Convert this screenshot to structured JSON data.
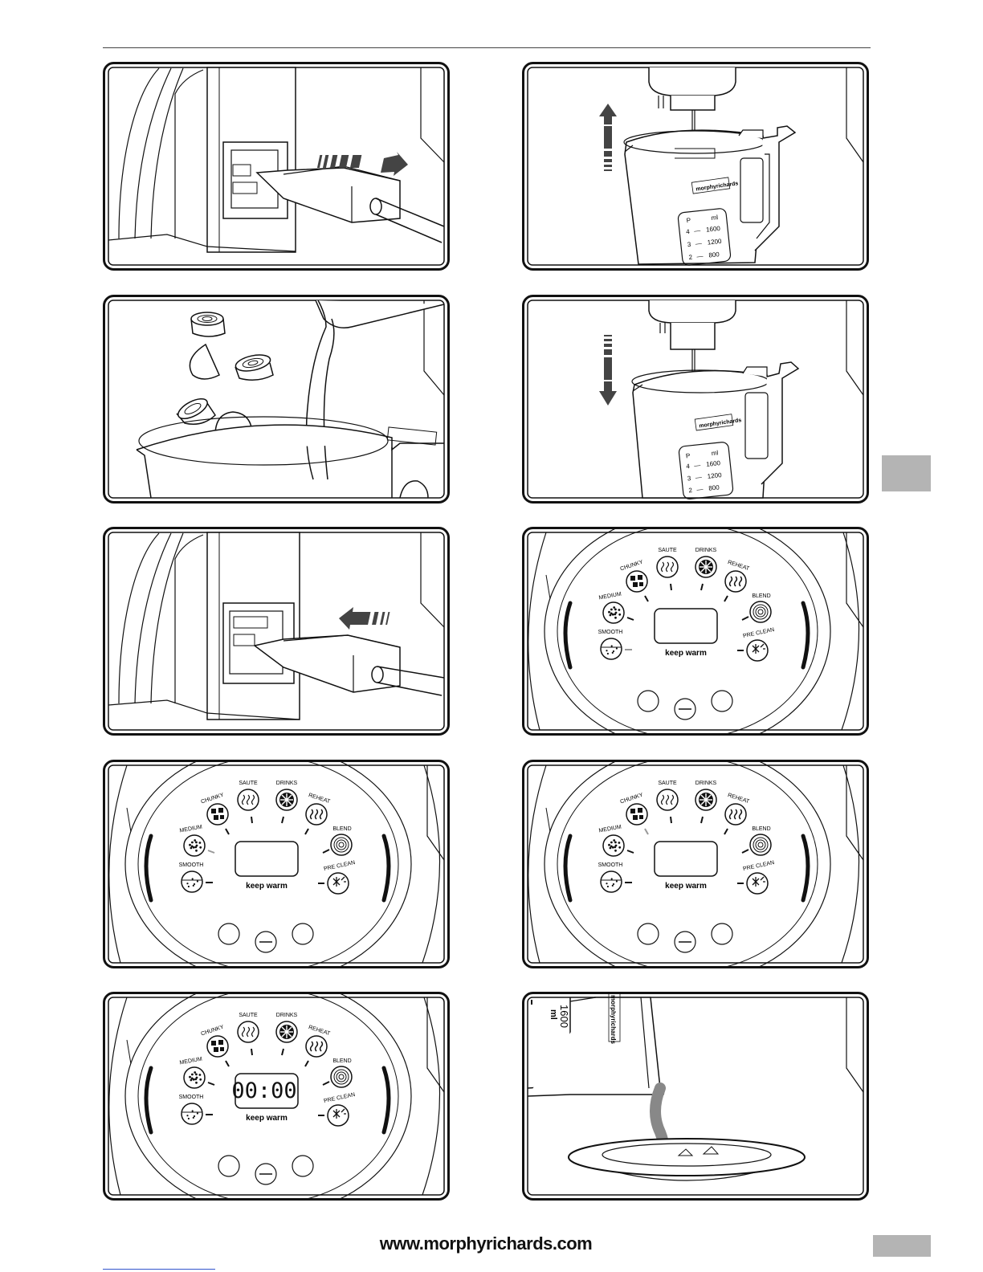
{
  "footer": {
    "url": "www.morphyrichards.com"
  },
  "brand": {
    "jug_logo": "morphyrichards"
  },
  "jug_scale": {
    "unit_p": "P",
    "unit_ml": "ml",
    "rows": [
      {
        "p": "4",
        "ml": "1600"
      },
      {
        "p": "3",
        "ml": "1200"
      },
      {
        "p": "2",
        "ml": "800"
      }
    ]
  },
  "pour_scale": {
    "ml": "ml",
    "value": "1600"
  },
  "control_panel": {
    "programs": {
      "saute": "SAUTE",
      "drinks": "DRINKS",
      "chunky": "CHUNKY",
      "reheat": "REHEAT",
      "medium": "MEDIUM",
      "blend": "BLEND",
      "smooth": "SMOOTH",
      "pre_clean": "PRE CLEAN"
    },
    "keep_warm": "keep warm",
    "display_value": "00:00"
  },
  "colors": {
    "accent_tab": "#b4b4b4",
    "line": "#111111",
    "arrow": "#444444"
  },
  "icons": [
    "plug-in-arrow-icon",
    "lift-up-arrow-icon",
    "lower-down-arrow-icon",
    "unplug-arrow-icon"
  ]
}
